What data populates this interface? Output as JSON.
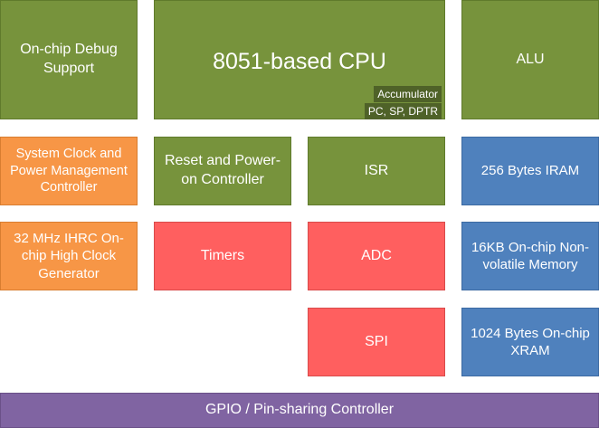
{
  "blocks": {
    "debug": "On-chip Debug Support",
    "cpu": "8051-based CPU",
    "cpu_tag_1": "Accumulator",
    "cpu_tag_2": "PC, SP, DPTR",
    "alu": "ALU",
    "sys_clock": "System Clock and Power Management Controller",
    "reset": "Reset and Power-on Controller",
    "isr": "ISR",
    "iram": "256 Bytes IRAM",
    "ihrc": "32 MHz IHRC On-chip High Clock Generator",
    "timers": "Timers",
    "adc": "ADC",
    "nvm": "16KB On-chip Non-volatile Memory",
    "spi": "SPI",
    "xram": "1024 Bytes On-chip XRAM",
    "gpio": "GPIO / Pin-sharing Controller"
  },
  "colors": {
    "green": "#77933c",
    "dark_green": "#4f6228",
    "orange": "#f79646",
    "red": "#ff5f5f",
    "blue": "#4f81bd",
    "purple": "#8064a2"
  }
}
